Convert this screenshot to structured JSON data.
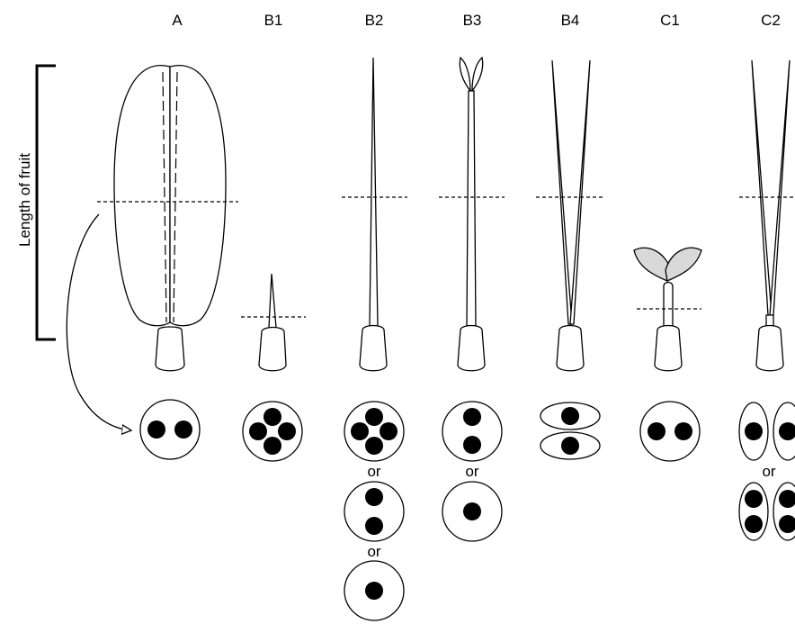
{
  "columns": [
    {
      "id": "A",
      "label": "A"
    },
    {
      "id": "B1",
      "label": "B1"
    },
    {
      "id": "B2",
      "label": "B2"
    },
    {
      "id": "B3",
      "label": "B3"
    },
    {
      "id": "B4",
      "label": "B4"
    },
    {
      "id": "C1",
      "label": "C1"
    },
    {
      "id": "C2",
      "label": "C2"
    }
  ],
  "axis_label": "Length of fruit",
  "connector_word": "or",
  "colors": {
    "line": "#000000",
    "seed_fill": "#000000",
    "wing_fill": "#d9d9d9",
    "background": "#ffffff"
  }
}
